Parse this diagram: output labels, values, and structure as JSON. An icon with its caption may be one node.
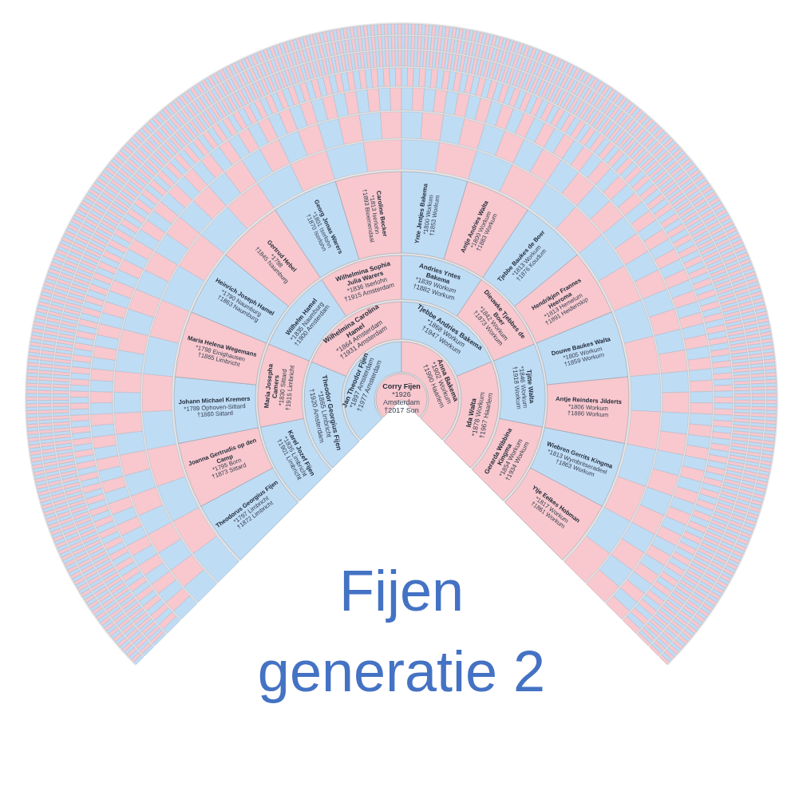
{
  "diagram": {
    "title": "Fijen generatie 2",
    "nodes": [
      {
        "text": [
          "Corry Fijen",
          "*1926 Amsterdam",
          "†2017 Son"
        ]
      },
      {
        "text": [
          "Jan Theodor Fijen",
          "*1897 Amsterdam",
          "†1977 Amsterdam"
        ]
      },
      {
        "text": [
          "Anna Bakema",
          "*1902 Workum",
          "†1990 Haarlem"
        ]
      },
      {
        "text": [
          "Theodor Georgius Fijen",
          "*1865 Limbricht",
          "†1920 Amsterdam"
        ]
      },
      {
        "text": [
          "Wilhelmina Carolina Hamel",
          "*1864 Amsterdam",
          "†1931 Amsterdam"
        ]
      },
      {
        "text": [
          "Tjebbe Andries Bakema",
          "*1868 Workum",
          "†1947 Workum"
        ]
      },
      {
        "text": [
          "Ida Walta",
          "*1878 Workum",
          "†1967 Haarlem"
        ]
      },
      {
        "text": [
          "Karel Jozef Fijen",
          "*1835 Limbricht",
          "†1901 Limbricht"
        ]
      },
      {
        "text": [
          "Maria Josepha Camers",
          "*1830 Sittard",
          "†1915 Limbricht"
        ]
      },
      {
        "text": [
          "Wilhelm Hamel",
          "*1835 Naumburg",
          "†1900 Amsterdam"
        ]
      },
      {
        "text": [
          "Wilhelmina Sophia Julia Warers",
          "*1836 Iserlohn",
          "†1915 Amsterdam"
        ]
      },
      {
        "text": [
          "Andries Yntes Bakema",
          "*1839 Workum",
          "†1882 Workum"
        ]
      },
      {
        "text": [
          "Dieuwke Tjebbes de Boer",
          "*1842 Workum",
          "†1873 Workum"
        ]
      },
      {
        "text": [
          "Tjitte Walta",
          "*1846 Workum",
          "†1918 Workum"
        ]
      },
      {
        "text": [
          "Gerarda Wibbina Kingma",
          "*1854 Workum",
          "†1934 Workum"
        ]
      },
      {
        "text": [
          "Theodorus Georgius Fijen",
          "*1797 Limbricht",
          "†1872 Limbricht"
        ]
      },
      {
        "text": [
          "Joanna Gertrudis op den Camp",
          "*1795 Born",
          "†1873 Sittard"
        ]
      },
      {
        "text": [
          "Johann Michael Kremers",
          "*1789 Ophoven-Sittard",
          "†1860 Sittard"
        ]
      },
      {
        "text": [
          "Maria Helena Wegemans",
          "*1798 Einighausen",
          "†1865 Limbricht"
        ]
      },
      {
        "text": [
          "Heinrich Joseph Hamel",
          "*1790 Naumburg",
          "†1863 Naumburg"
        ]
      },
      {
        "text": [
          "Gertrud Hebel",
          "*1798",
          "†1845 Naumburg"
        ]
      },
      {
        "text": [
          "Georg Jonas Warers",
          "*1801 Iserlohn",
          "†1870 Iserlohn"
        ]
      },
      {
        "text": [
          "Caroline Becker",
          "*1813 Iserlohn",
          "†1893 Bloemendaal"
        ]
      },
      {
        "text": [
          "Ynte Jentjes Bakema",
          "*1800 Workum",
          "†1853 Workum"
        ]
      },
      {
        "text": [
          "Antje Andries Walta",
          "*1800 Workum",
          "†1883 Workum"
        ]
      },
      {
        "text": [
          "Tjebbe Baukes de Boer",
          "*1813 Workum",
          "†1876 Koudum"
        ]
      },
      {
        "text": [
          "Hendrikjen Frannes Heeroma",
          "*1813 Hemelum",
          "†1891 Heidenskip"
        ]
      },
      {
        "text": [
          "Douwe Baukes Walta",
          "*1805 Workum",
          "†1859 Workum"
        ]
      },
      {
        "text": [
          "Antje Reinders Jilderts",
          "*1806 Workum",
          "†1886 Workum"
        ]
      },
      {
        "text": [
          "Wiebren Gerrits Kingma",
          "*1813 Wymbritseradeel",
          "†1863 Workum"
        ]
      },
      {
        "text": [
          "Ytje Eelkes Hobman",
          "*1817 Workum",
          "†1861 Workum"
        ]
      }
    ],
    "edges": []
  }
}
